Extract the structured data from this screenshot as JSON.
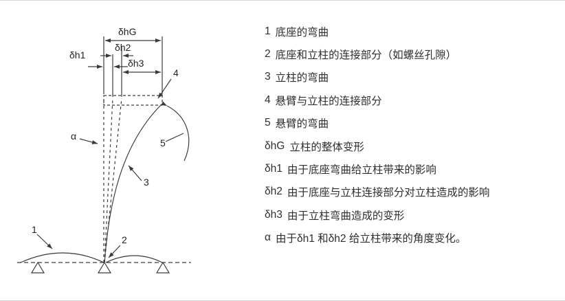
{
  "diagram": {
    "line_color": "#3a3a3a",
    "labels": {
      "dhG": "δhG",
      "dh1": "δh1",
      "dh2": "δh2",
      "dh3": "δh3",
      "alpha": "α",
      "n1": "1",
      "n2": "2",
      "n3": "3",
      "n4": "4",
      "n5": "5"
    }
  },
  "legend": {
    "items": [
      {
        "key": "1",
        "text": "底座的弯曲"
      },
      {
        "key": "2",
        "text": "底座和立柱的连接部分（如螺丝孔隙）"
      },
      {
        "key": "3",
        "text": "立柱的弯曲"
      },
      {
        "key": "4",
        "text": "悬臂与立柱的连接部分"
      },
      {
        "key": "5",
        "text": "悬臂的弯曲"
      },
      {
        "key": "δhG",
        "text": "立柱的整体变形"
      },
      {
        "key": "δh1",
        "text": "由于底座弯曲给立柱带来的影响"
      },
      {
        "key": "δh2",
        "text": "由于底座与立柱连接部分对立柱造成的影响"
      },
      {
        "key": "δh3",
        "text": "由于立柱弯曲造成的变形"
      },
      {
        "key": "α",
        "text": "由于δh1 和δh2 给立柱带来的角度变化。"
      }
    ]
  }
}
